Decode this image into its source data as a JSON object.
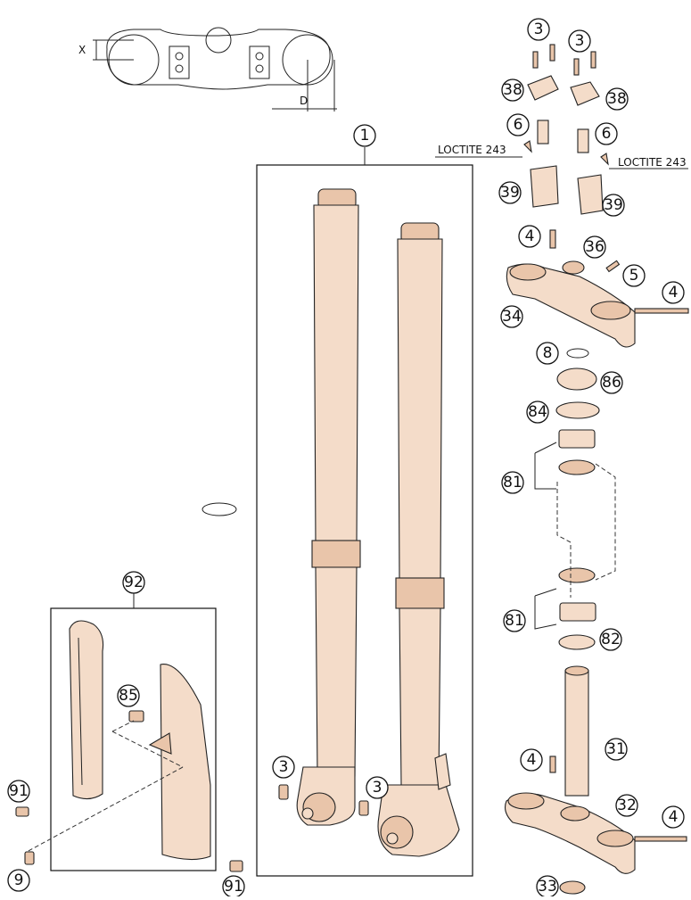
{
  "dimensions": {
    "x_label": "X",
    "d_label": "D"
  },
  "loctite_label": "LOCTITE 243",
  "callouts": {
    "c1": "1",
    "c3a": "3",
    "c3b": "3",
    "c3c": "3",
    "c3d": "3",
    "c38a": "38",
    "c38b": "38",
    "c6a": "6",
    "c6b": "6",
    "c39a": "39",
    "c39b": "39",
    "c4a": "4",
    "c36": "36",
    "c5": "5",
    "c4b": "4",
    "c34": "34",
    "c8": "8",
    "c86": "86",
    "c84": "84",
    "c81a": "81",
    "c81b": "81",
    "c82": "82",
    "c4c": "4",
    "c31": "31",
    "c32": "32",
    "c4d": "4",
    "c33": "33",
    "c92": "92",
    "c85": "85",
    "c91a": "91",
    "c91b": "91",
    "c9": "9"
  },
  "colors": {
    "part_fill": "#f4dcc9",
    "outline": "#222222"
  }
}
